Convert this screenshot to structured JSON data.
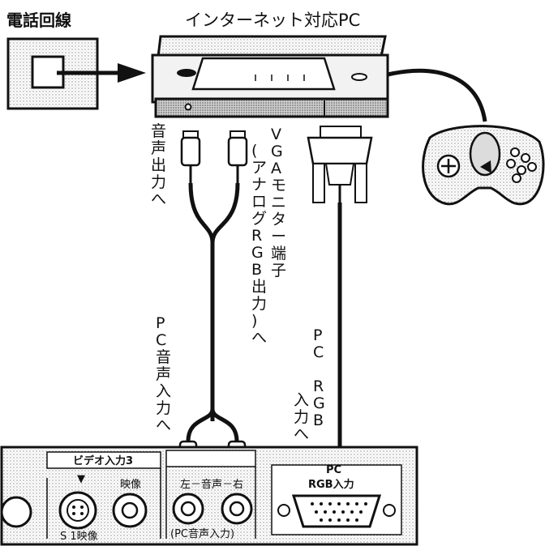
{
  "labels": {
    "phone_line": "電話回線",
    "internet_pc": "インターネット対応PC",
    "audio_out": [
      "音",
      "声",
      "出",
      "力",
      "へ"
    ],
    "vga_col1": [
      "V",
      "G",
      "A",
      "モ",
      "ニ",
      "タ",
      "ー",
      "端",
      "子"
    ],
    "vga_col2": [
      "(",
      "ア",
      "ナ",
      "ロ",
      "グ",
      "R",
      "G",
      "B",
      "出",
      "力",
      ")",
      "へ"
    ],
    "pc_audio_in": [
      "P",
      "C",
      "音",
      "声",
      "入",
      "力",
      "へ"
    ],
    "pc_rgb_col1": [
      "P",
      "C",
      "",
      "R",
      "G",
      "B"
    ],
    "pc_rgb_col2": [
      "入",
      "力",
      "へ"
    ]
  },
  "tv_panel": {
    "video_input": "ビデオ入力3",
    "video_arrow": "▼",
    "video_jack": "映像",
    "audio_lr": "左－音声－右",
    "pc_audio_input": "(PC音声入力)",
    "s_video": "S 1映像",
    "pc_label": "PC",
    "rgb_input": "RGB入力"
  }
}
